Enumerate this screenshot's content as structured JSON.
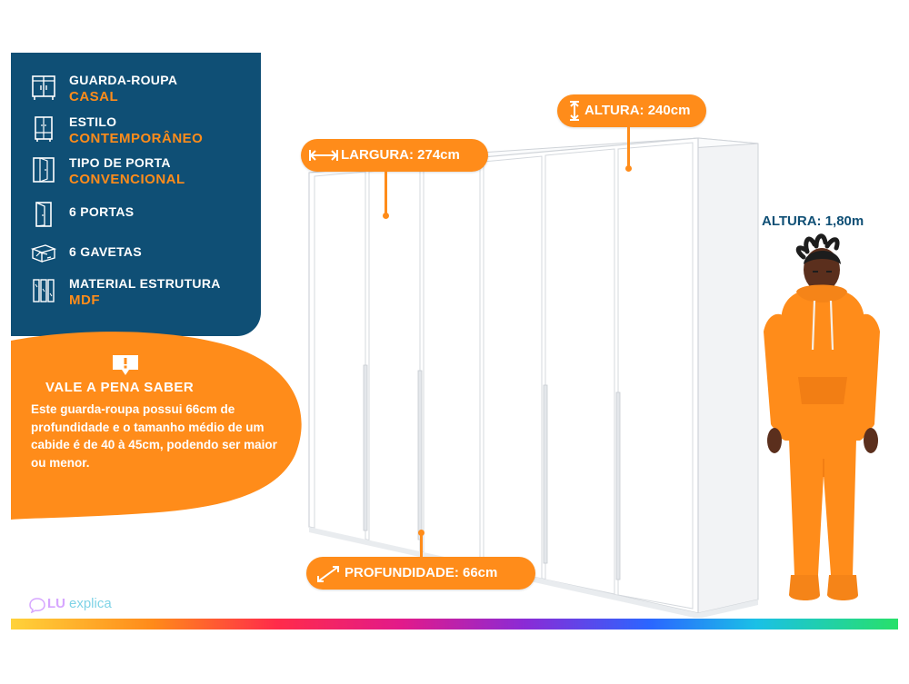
{
  "specs": {
    "type": {
      "label": "GUARDA-ROUPA",
      "value": "CASAL",
      "icon": "wardrobe-icon"
    },
    "style": {
      "label": "ESTILO",
      "value": "CONTEMPORÂNEO",
      "icon": "cabinet-icon"
    },
    "door_type": {
      "label": "TIPO DE PORTA",
      "value": "CONVENCIONAL",
      "icon": "door-type-icon"
    },
    "doors": {
      "label": "6  PORTAS",
      "icon": "door-icon"
    },
    "drawers": {
      "label": "6 GAVETAS",
      "icon": "drawer-icon"
    },
    "material": {
      "label": "MATERIAL ESTRUTURA",
      "value": "MDF",
      "icon": "mdf-panel-icon"
    }
  },
  "info": {
    "title": "VALE A PENA SABER",
    "body": "Este guarda-roupa possui 66cm de profundidade e o tamanho médio de um cabide é de 40 à 45cm, podendo ser maior ou menor.",
    "icon": "alert-icon"
  },
  "dimensions": {
    "width": "LARGURA: 274cm",
    "height": "ALTURA: 240cm",
    "depth": "PROFUNDIDADE: 66cm"
  },
  "person": {
    "height": "ALTURA: 1,80m"
  },
  "brand": {
    "lu": "LU",
    "explica": "explica"
  },
  "colors": {
    "navy": "#0f4f75",
    "orange": "#ff8c1a",
    "white": "#ffffff"
  }
}
